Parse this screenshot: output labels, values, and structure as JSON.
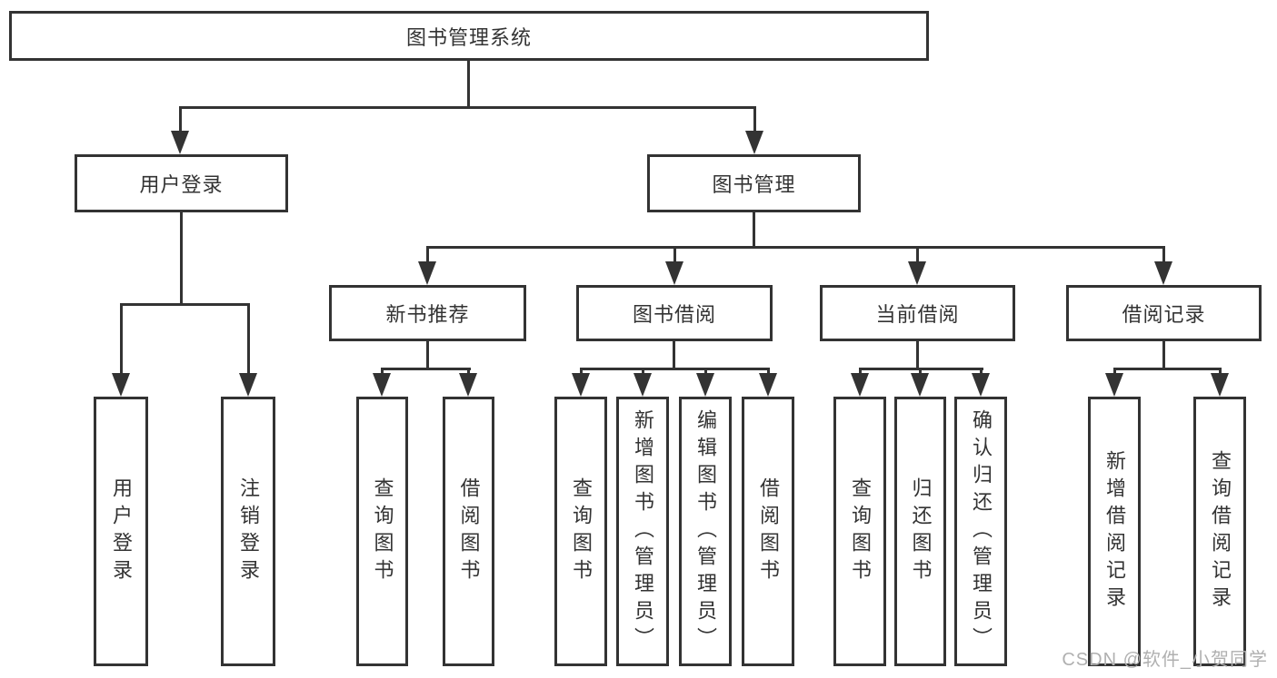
{
  "root": {
    "label": "图书管理系统"
  },
  "level2": {
    "user_login": {
      "label": "用户登录"
    },
    "book_management": {
      "label": "图书管理"
    }
  },
  "level3": {
    "new_book_recommend": {
      "label": "新书推荐"
    },
    "book_borrow": {
      "label": "图书借阅"
    },
    "current_borrow": {
      "label": "当前借阅"
    },
    "borrow_records": {
      "label": "借阅记录"
    }
  },
  "leaves": {
    "user_login": {
      "label": "用户登录"
    },
    "logout": {
      "label": "注销登录"
    },
    "nb_query_books": {
      "label": "查询图书"
    },
    "nb_borrow_books": {
      "label": "借阅图书"
    },
    "bb_query_books": {
      "label": "查询图书"
    },
    "bb_add_books_admin": {
      "label": "新增图书（管理员）"
    },
    "bb_edit_books_admin": {
      "label": "编辑图书（管理员）"
    },
    "bb_borrow_books": {
      "label": "借阅图书"
    },
    "cb_query_books": {
      "label": "查询图书"
    },
    "cb_return_books": {
      "label": "归还图书"
    },
    "cb_confirm_return_admin": {
      "label": "确认归还（管理员）"
    },
    "br_add_record": {
      "label": "新增借阅记录"
    },
    "br_query_record": {
      "label": "查询借阅记录"
    }
  },
  "watermark": {
    "text": "CSDN @软件_小贺同学"
  },
  "colors": {
    "line": "#333333",
    "text": "#333333",
    "box_background": "#ffffff",
    "page_background": "#ffffff",
    "watermark": "#b0b0b0"
  }
}
